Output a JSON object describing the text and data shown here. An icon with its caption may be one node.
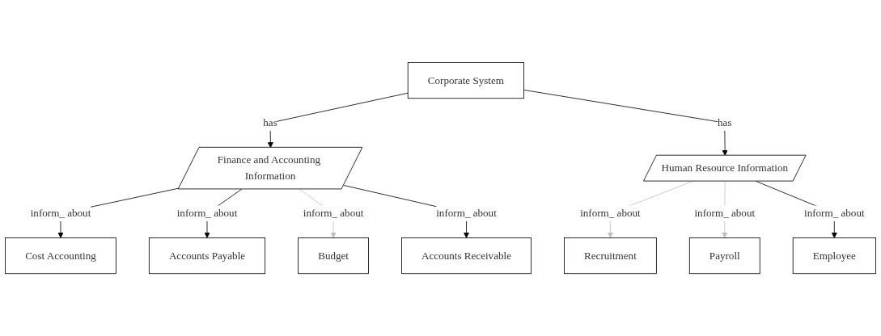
{
  "diagram": {
    "nodes": [
      {
        "text": [
          "Corporate System"
        ]
      },
      {
        "text": [
          "Finance and Accounting Information"
        ]
      },
      {
        "text": [
          "Human Resource Information"
        ]
      },
      {
        "text": [
          "Cost Accounting"
        ]
      },
      {
        "text": [
          "Accounts Payable"
        ]
      },
      {
        "text": [
          "Budget"
        ]
      },
      {
        "text": [
          "Accounts Receivable"
        ]
      },
      {
        "text": [
          "Recruitment"
        ]
      },
      {
        "text": [
          "Payroll"
        ]
      },
      {
        "text": [
          "Employee"
        ]
      }
    ],
    "edges": [
      {
        "from": 0,
        "to": 1,
        "arrow": "to",
        "label": "has"
      },
      {
        "from": 0,
        "to": 2,
        "arrow": "to",
        "label": "has"
      },
      {
        "from": 1,
        "to": 3,
        "arrow": "to",
        "label": "inform_ about"
      },
      {
        "from": 1,
        "to": 4,
        "arrow": "to",
        "label": "inform_ about"
      },
      {
        "from": 1,
        "to": 5,
        "arrow": "to",
        "label": "inform_ about",
        "color": "#c0c0c0"
      },
      {
        "from": 1,
        "to": 6,
        "arrow": "to",
        "label": "inform_ about"
      },
      {
        "from": 2,
        "to": 7,
        "arrow": "to",
        "label": "inform_ about",
        "color": "#c0c0c0"
      },
      {
        "from": 2,
        "to": 8,
        "arrow": "to",
        "label": "inform_ about",
        "color": "#c0c0c0"
      },
      {
        "from": 2,
        "to": 9,
        "arrow": "to",
        "label": "inform_ about"
      }
    ]
  }
}
